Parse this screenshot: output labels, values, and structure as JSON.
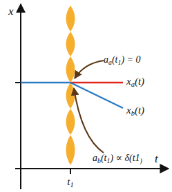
{
  "diagram": {
    "labels": [
      "x",
      "t",
      "t1",
      "aa(t1) = 0",
      "xa(t)",
      "xb(t)",
      "ab(t1) ∝ δ(t1)"
    ]
  }
}
